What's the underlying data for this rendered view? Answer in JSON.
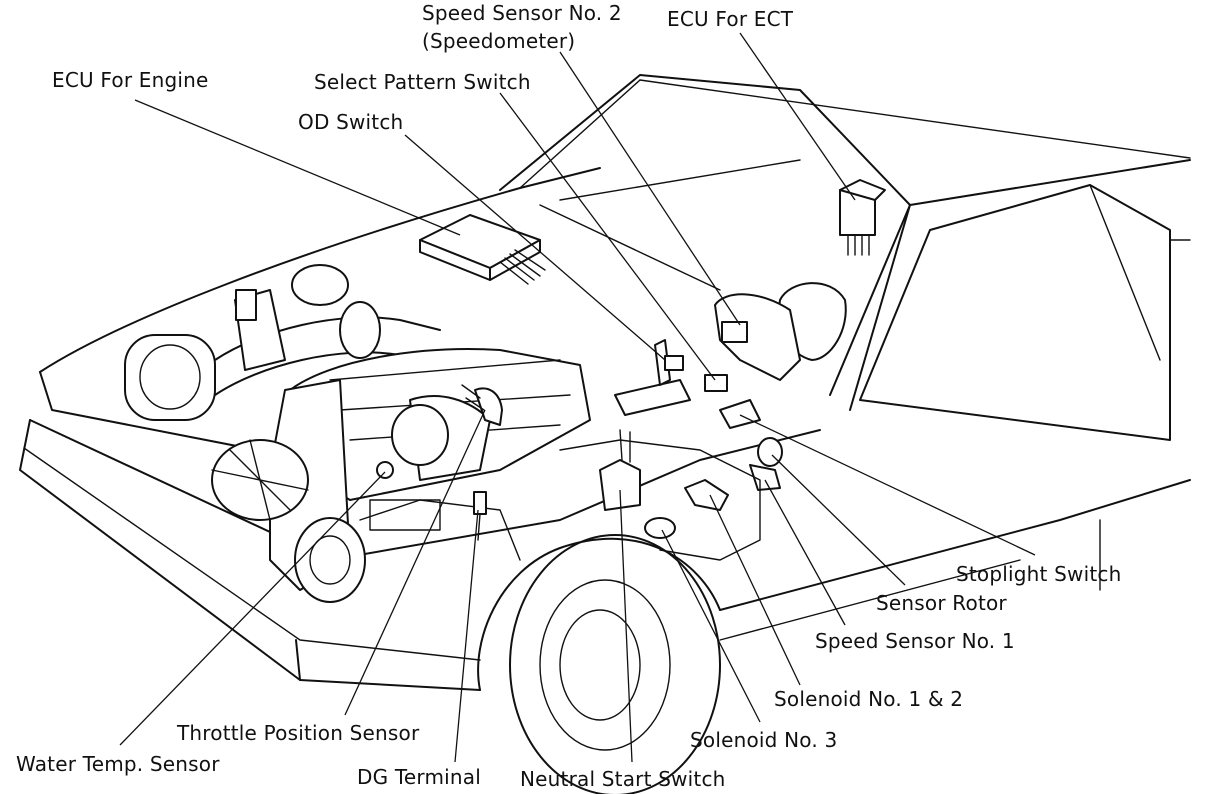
{
  "diagram": {
    "labels": {
      "speed_sensor_2_line1": "Speed Sensor No. 2",
      "speed_sensor_2_line2": "(Speedometer)",
      "ecu_ect": "ECU For ECT",
      "ecu_engine": "ECU For Engine",
      "select_pattern_switch": "Select Pattern Switch",
      "od_switch": "OD Switch",
      "stoplight_switch": "Stoplight Switch",
      "sensor_rotor": "Sensor Rotor",
      "speed_sensor_1": "Speed Sensor No. 1",
      "solenoid_1_2": "Solenoid No. 1 & 2",
      "solenoid_3": "Solenoid No. 3",
      "throttle_position_sensor": "Throttle Position Sensor",
      "water_temp_sensor": "Water Temp. Sensor",
      "dg_terminal": "DG Terminal",
      "neutral_start_switch": "Neutral Start Switch"
    }
  }
}
